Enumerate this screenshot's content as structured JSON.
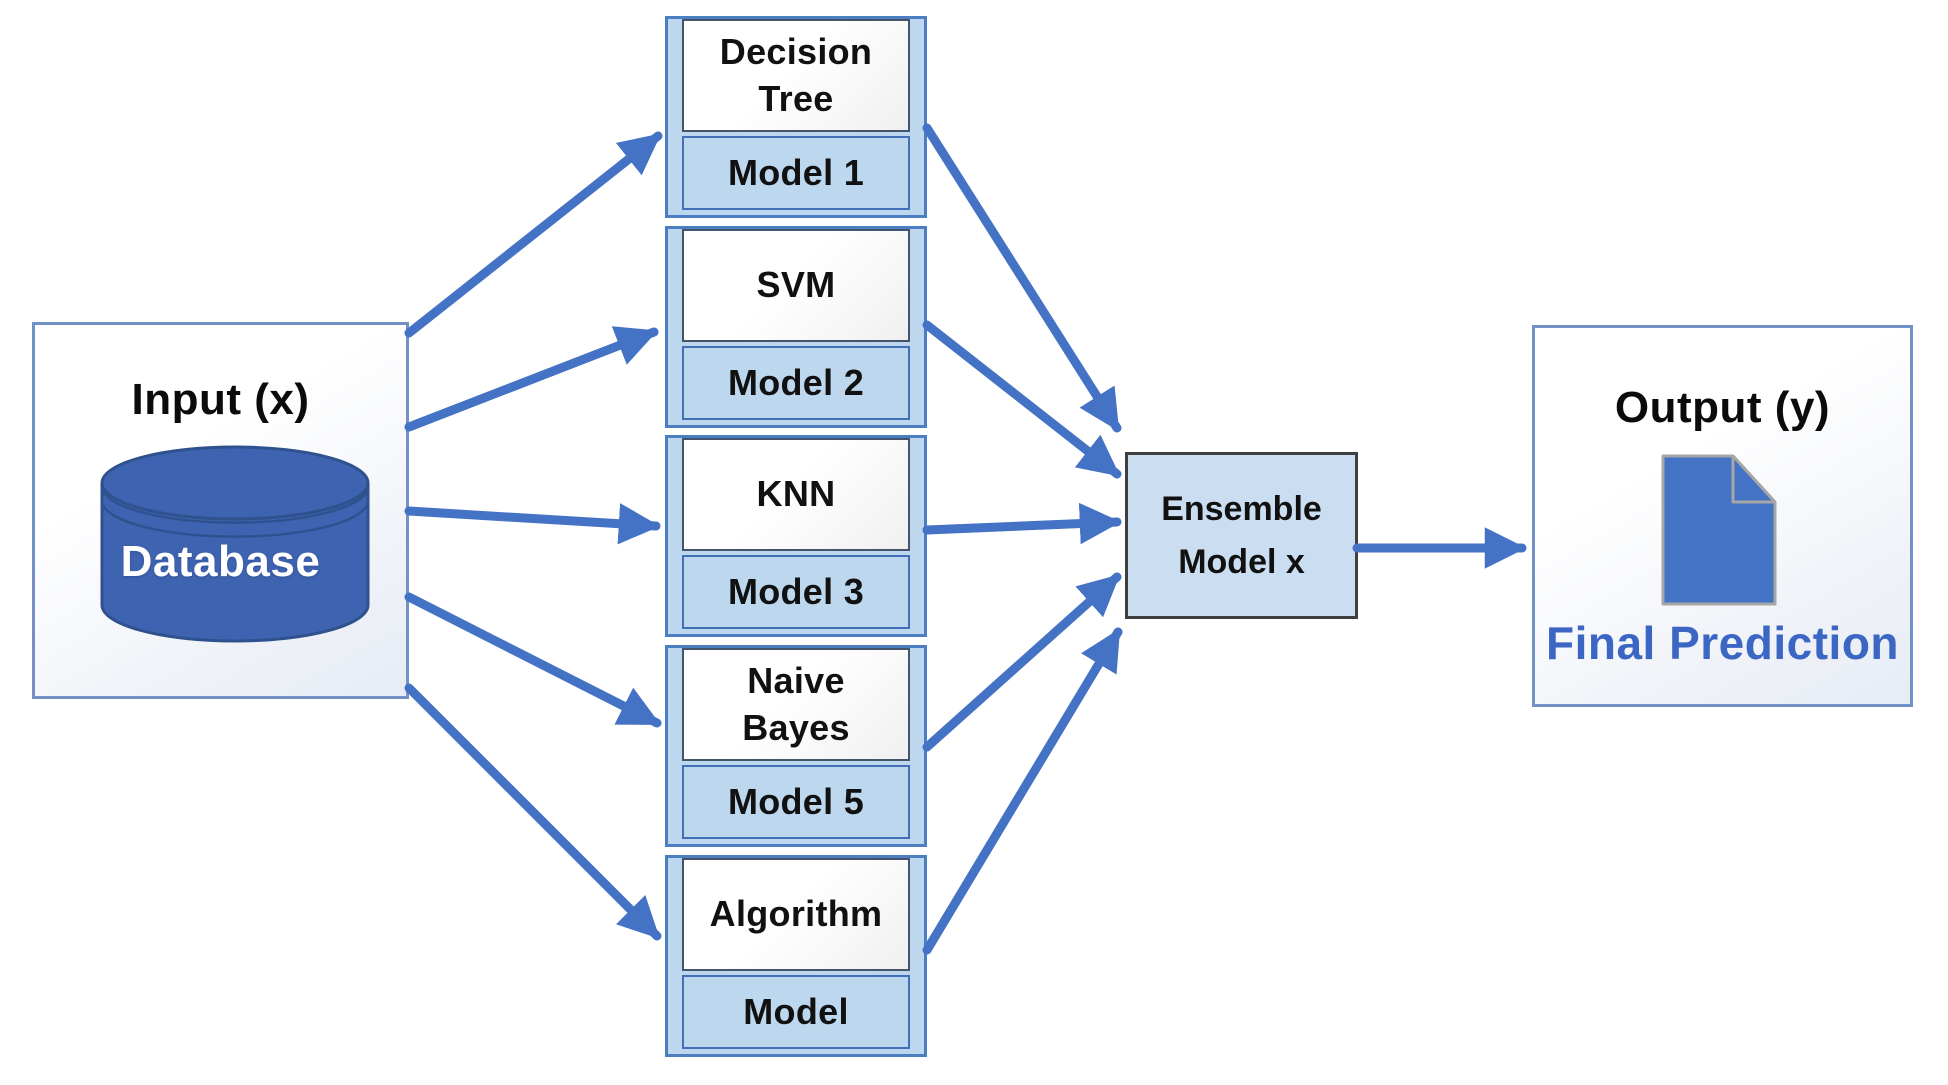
{
  "input": {
    "title": "Input (x)",
    "database_label": "Database"
  },
  "models": [
    {
      "name": "Decision Tree",
      "label": "Model 1"
    },
    {
      "name": "SVM",
      "label": "Model 2"
    },
    {
      "name": "KNN",
      "label": "Model 3"
    },
    {
      "name": "Naive Bayes",
      "label": "Model 5"
    },
    {
      "name": "Algorithm",
      "label": "Model"
    }
  ],
  "ensemble": {
    "label": "Ensemble Model x"
  },
  "output": {
    "title": "Output (y)",
    "icon": "document-icon",
    "caption": "Final Prediction"
  },
  "connections": [
    {
      "from": "Input (x)",
      "to": "Decision Tree"
    },
    {
      "from": "Input (x)",
      "to": "SVM"
    },
    {
      "from": "Input (x)",
      "to": "KNN"
    },
    {
      "from": "Input (x)",
      "to": "Naive Bayes"
    },
    {
      "from": "Input (x)",
      "to": "Algorithm"
    },
    {
      "from": "Decision Tree",
      "to": "Ensemble Model x"
    },
    {
      "from": "SVM",
      "to": "Ensemble Model x"
    },
    {
      "from": "KNN",
      "to": "Ensemble Model x"
    },
    {
      "from": "Naive Bayes",
      "to": "Ensemble Model x"
    },
    {
      "from": "Algorithm",
      "to": "Ensemble Model x"
    },
    {
      "from": "Ensemble Model x",
      "to": "Output (y)"
    }
  ],
  "colors": {
    "arrow_blue": "#4472C4",
    "panel_light_blue": "#BDD7EE",
    "ensemble_fill": "#CBDEF1",
    "cylinder_fill": "#3E63B0",
    "document_fill": "#4472C4",
    "final_prediction_text": "#3B66C4"
  }
}
